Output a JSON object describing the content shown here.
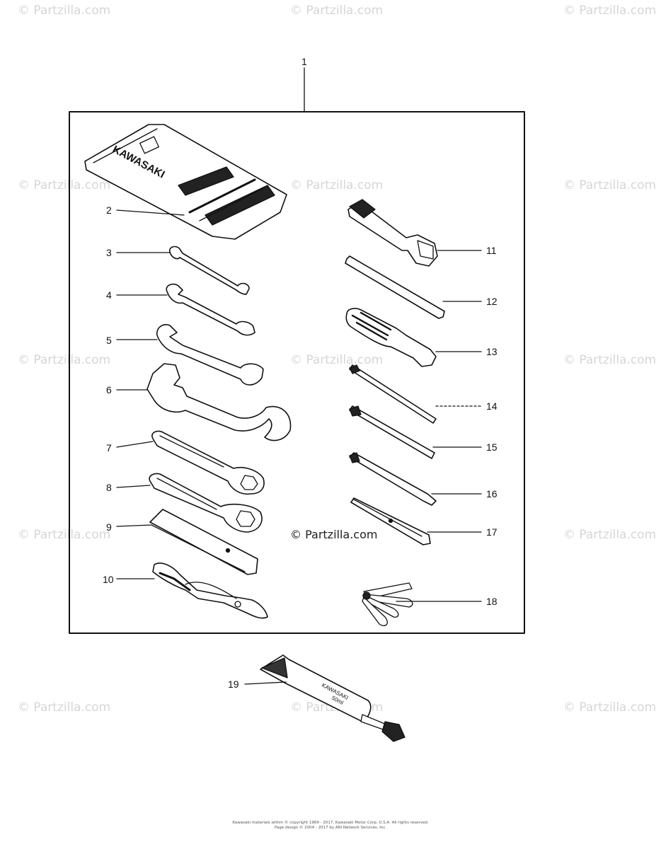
{
  "watermark": {
    "text": "© Partzilla.com",
    "center_text": "© Partzilla.com"
  },
  "tool_kit": {
    "pouch_label": "KAWASAKI",
    "tube_label_line1": "KAWASAKI",
    "tube_label_line2": "50ml"
  },
  "callouts": [
    "1",
    "2",
    "3",
    "4",
    "5",
    "6",
    "7",
    "8",
    "9",
    "10",
    "11",
    "12",
    "13",
    "14",
    "15",
    "16",
    "17",
    "18",
    "19"
  ],
  "footer": {
    "line1": "Kawasaki materials within © copyright 1969 - 2017, Kawasaki Motor Corp. U.S.A. All rights reserved.",
    "line2": "Page design © 2004 - 2017 by ARI Network Services, Inc."
  }
}
